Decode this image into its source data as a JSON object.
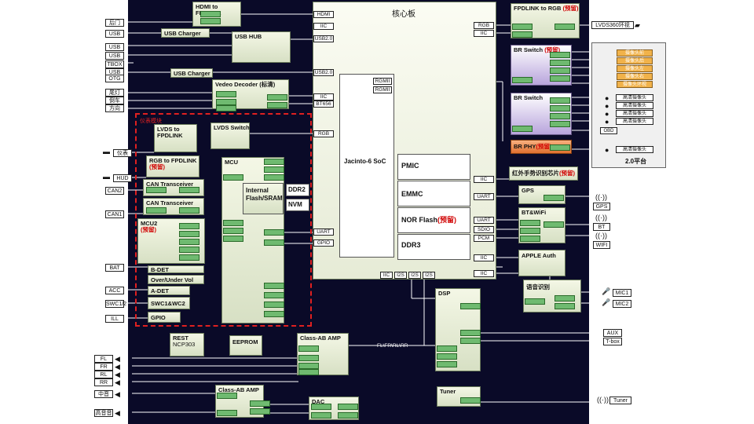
{
  "core": {
    "title": "核心板",
    "soc": "Jacinto-6 SoC",
    "pmic": "PMIC",
    "emmc": "EMMC",
    "nor": "NOR Flash",
    "nor_pre": "(预留)",
    "ddr3": "DDR3",
    "ports_left": [
      "HDMI",
      "IIC",
      "USB2.0",
      "USB2.0",
      "IIC",
      "BT656",
      "RGB",
      "UART",
      "GPIO"
    ],
    "ports_right": [
      "RGB",
      "IIC",
      "IIC",
      "UART",
      "UART",
      "SDIO",
      "PCM",
      "IIC",
      "IIC"
    ],
    "ports_bottom": [
      "IIC",
      "I2S",
      "I2S",
      "I2S"
    ],
    "rgmii": [
      "RGMII",
      "RGMII"
    ]
  },
  "mcu_region_label": "仪表模块",
  "mcu": {
    "title": "MCU",
    "internal": "Internal Flash/SRAM",
    "ddr2": "DDR2",
    "nvm": "NVM"
  },
  "mcu2": {
    "title": "MCU2",
    "pre": "(预留)"
  },
  "blocks": {
    "hdmi_fpdlink": "HDMI to FPDLINK",
    "usb_charger_1": "USB Charger",
    "usb_hub": "USB HUB",
    "usb_charger_2": "USB Charger",
    "video_decoder": "Vedeo Decoder (标清)",
    "lvds_fpdlink": "LVDS to FPDLINK",
    "lvds_switch": "LVDS Switch",
    "rgb_fpdlink": "RGB to FPDLINK",
    "rgb_fpdlink_pre": "(预留)",
    "can1": "CAN Transceiver",
    "can2": "CAN Transceiver",
    "bdet": "B-DET",
    "overunder": "Over/Under Vol",
    "adet": "A-DET",
    "swc": "SWC1&WC2",
    "gpio": "GPIO",
    "rest": "REST",
    "rest_sub": "NCP303",
    "eeprom": "EEPROM",
    "amp1": "Class-AB AMP",
    "amp2": "Class-AB AMP",
    "dac": "DAC",
    "dsp": "DSP",
    "tuner": "Tuner",
    "fpd_rgb": "FPDLINK to RGB",
    "fpd_rgb_pre": "(预留)",
    "br_switch_1": "BR Switch",
    "br_switch_1_pre": "(预留)",
    "br_switch_2": "BR Switch",
    "br_phy": "BR PHY",
    "br_phy_pre": "(预留)",
    "ir_chip": "红外手势识别芯片",
    "ir_pre": "(预留)",
    "gps": "GPS",
    "btwifi": "BT&WiFi",
    "apple": "APPLE Auth",
    "voice": "语音识别"
  },
  "bus_label": "FL\\FR\\RL\\RR",
  "platform_label": "2.0平台",
  "left_connectors": [
    "后门",
    "USB",
    "USB",
    "USB",
    "TBOX",
    "USB",
    "OTG",
    "尾灯",
    "倒车",
    "方向",
    "仪表",
    "HUD",
    "CAN2",
    "CAN1",
    "BAT",
    "ACC",
    "SWC1/2",
    "ILL",
    "FL",
    "FR",
    "RL",
    "RR",
    "中音",
    "高音音"
  ],
  "right_connectors": [
    "LVDS360环视",
    "OBD",
    "高清摄像头",
    "GPS",
    "BT",
    "WIFI",
    "MIC1",
    "MIC2",
    "AUX",
    "T-box",
    "Tuner"
  ],
  "camera_labels": [
    "高清摄像头",
    "高清摄像头",
    "高清摄像头",
    "高清摄像头",
    "高清摄像头"
  ],
  "bar_labels": [
    "摄像头前",
    "摄像头后",
    "摄像头左",
    "摄像头右",
    "摄像头环视"
  ]
}
